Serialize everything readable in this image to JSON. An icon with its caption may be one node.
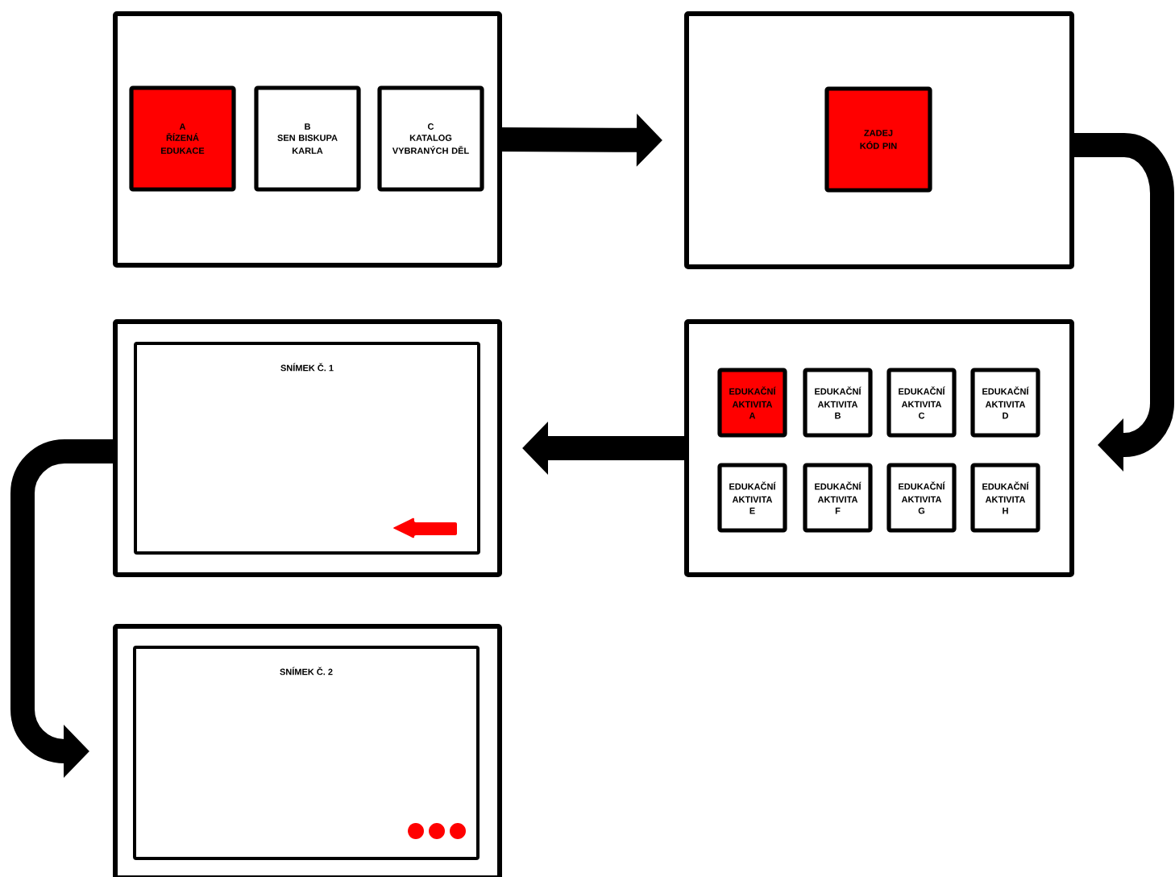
{
  "diagram": {
    "nodes": [
      {
        "text": [],
        "shape": "box"
      },
      {
        "text": [
          "A",
          "ŘÍZENÁ EDUKACE"
        ],
        "in": 0
      },
      {
        "text": [
          "B",
          "SEN BISKUPA KARLA"
        ],
        "in": 0
      },
      {
        "text": [
          "C",
          "KATALOG VYBRANÝCH DĚL"
        ],
        "in": 0
      },
      {
        "text": [],
        "shape": "box"
      },
      {
        "text": [
          "ZADEJ KÓD PIN"
        ],
        "in": 4
      },
      {
        "text": [],
        "shape": "box"
      },
      {
        "text": [
          "EDUKAČNÍ AKTIVITA",
          "A"
        ],
        "in": 6
      },
      {
        "text": [
          "EDUKAČNÍ AKTIVITA",
          "B"
        ],
        "in": 6
      },
      {
        "text": [
          "EDUKAČNÍ AKTIVITA",
          "C"
        ],
        "in": 6
      },
      {
        "text": [
          "EDUKAČNÍ AKTIVITA",
          "D"
        ],
        "in": 6
      },
      {
        "text": [
          "EDUKAČNÍ AKTIVITA",
          "E"
        ],
        "in": 6
      },
      {
        "text": [
          "EDUKAČNÍ AKTIVITA",
          "F"
        ],
        "in": 6
      },
      {
        "text": [
          "EDUKAČNÍ AKTIVITA",
          "G"
        ],
        "in": 6
      },
      {
        "text": [
          "EDUKAČNÍ AKTIVITA",
          "H"
        ],
        "in": 6
      },
      {
        "text": [],
        "shape": "box"
      },
      {
        "text": [
          "SNÍMEK Č. 1"
        ],
        "in": 15
      },
      {
        "text": [],
        "shape": "box"
      },
      {
        "text": [
          "SNÍMEK Č. 2"
        ],
        "in": 17
      }
    ],
    "edges": [
      {
        "from": 0,
        "to": 4,
        "arrow": "to"
      },
      {
        "from": 4,
        "to": 6,
        "arrow": "to"
      },
      {
        "from": 6,
        "to": 15,
        "arrow": "to"
      },
      {
        "from": 15,
        "to": 17,
        "arrow": "to"
      }
    ]
  }
}
